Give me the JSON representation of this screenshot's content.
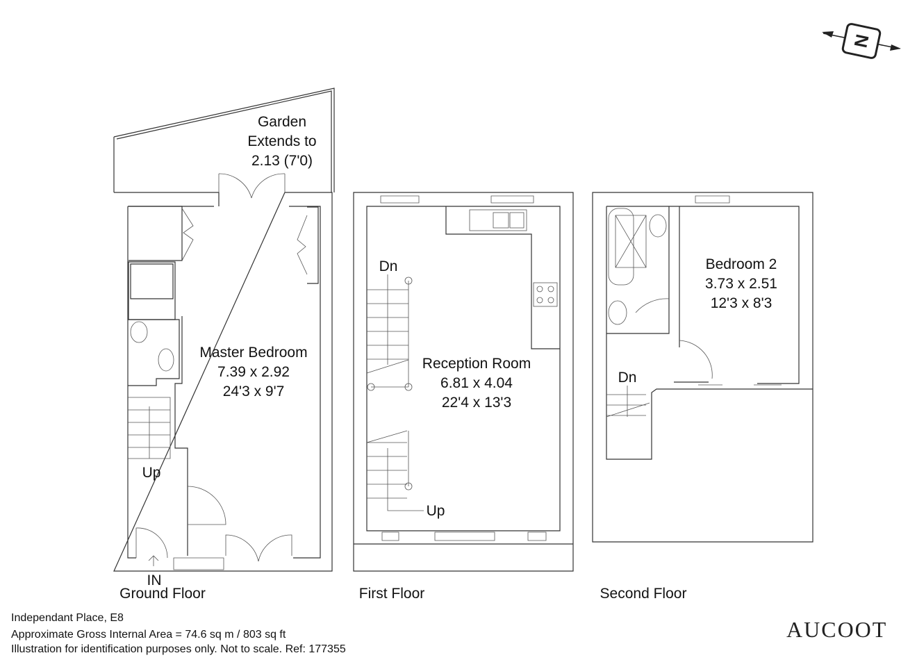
{
  "ground_floor": {
    "title": "Ground Floor",
    "garden": [
      "Garden",
      "Extends to",
      "2.13 (7'0)"
    ],
    "master_bedroom": [
      "Master Bedroom",
      "7.39 x 2.92",
      "24'3 x 9'7"
    ],
    "stairs_label": "Up",
    "entrance_label": "IN"
  },
  "first_floor": {
    "title": "First Floor",
    "reception_room": [
      "Reception Room",
      "6.81 x 4.04",
      "22'4 x 13'3"
    ],
    "stairs_down": "Dn",
    "stairs_up": "Up"
  },
  "second_floor": {
    "title": "Second Floor",
    "bedroom_2": [
      "Bedroom 2",
      "3.73 x 2.51",
      "12'3 x 8'3"
    ],
    "stairs_down": "Dn"
  },
  "compass": {
    "label": "N"
  },
  "footer": {
    "address": "Independant Place, E8",
    "area": "Approximate Gross Internal Area = 74.6 sq m / 803 sq ft",
    "disclaimer": "Illustration for identification purposes only. Not to scale. Ref: 177355"
  },
  "brand": "AUCOOT"
}
